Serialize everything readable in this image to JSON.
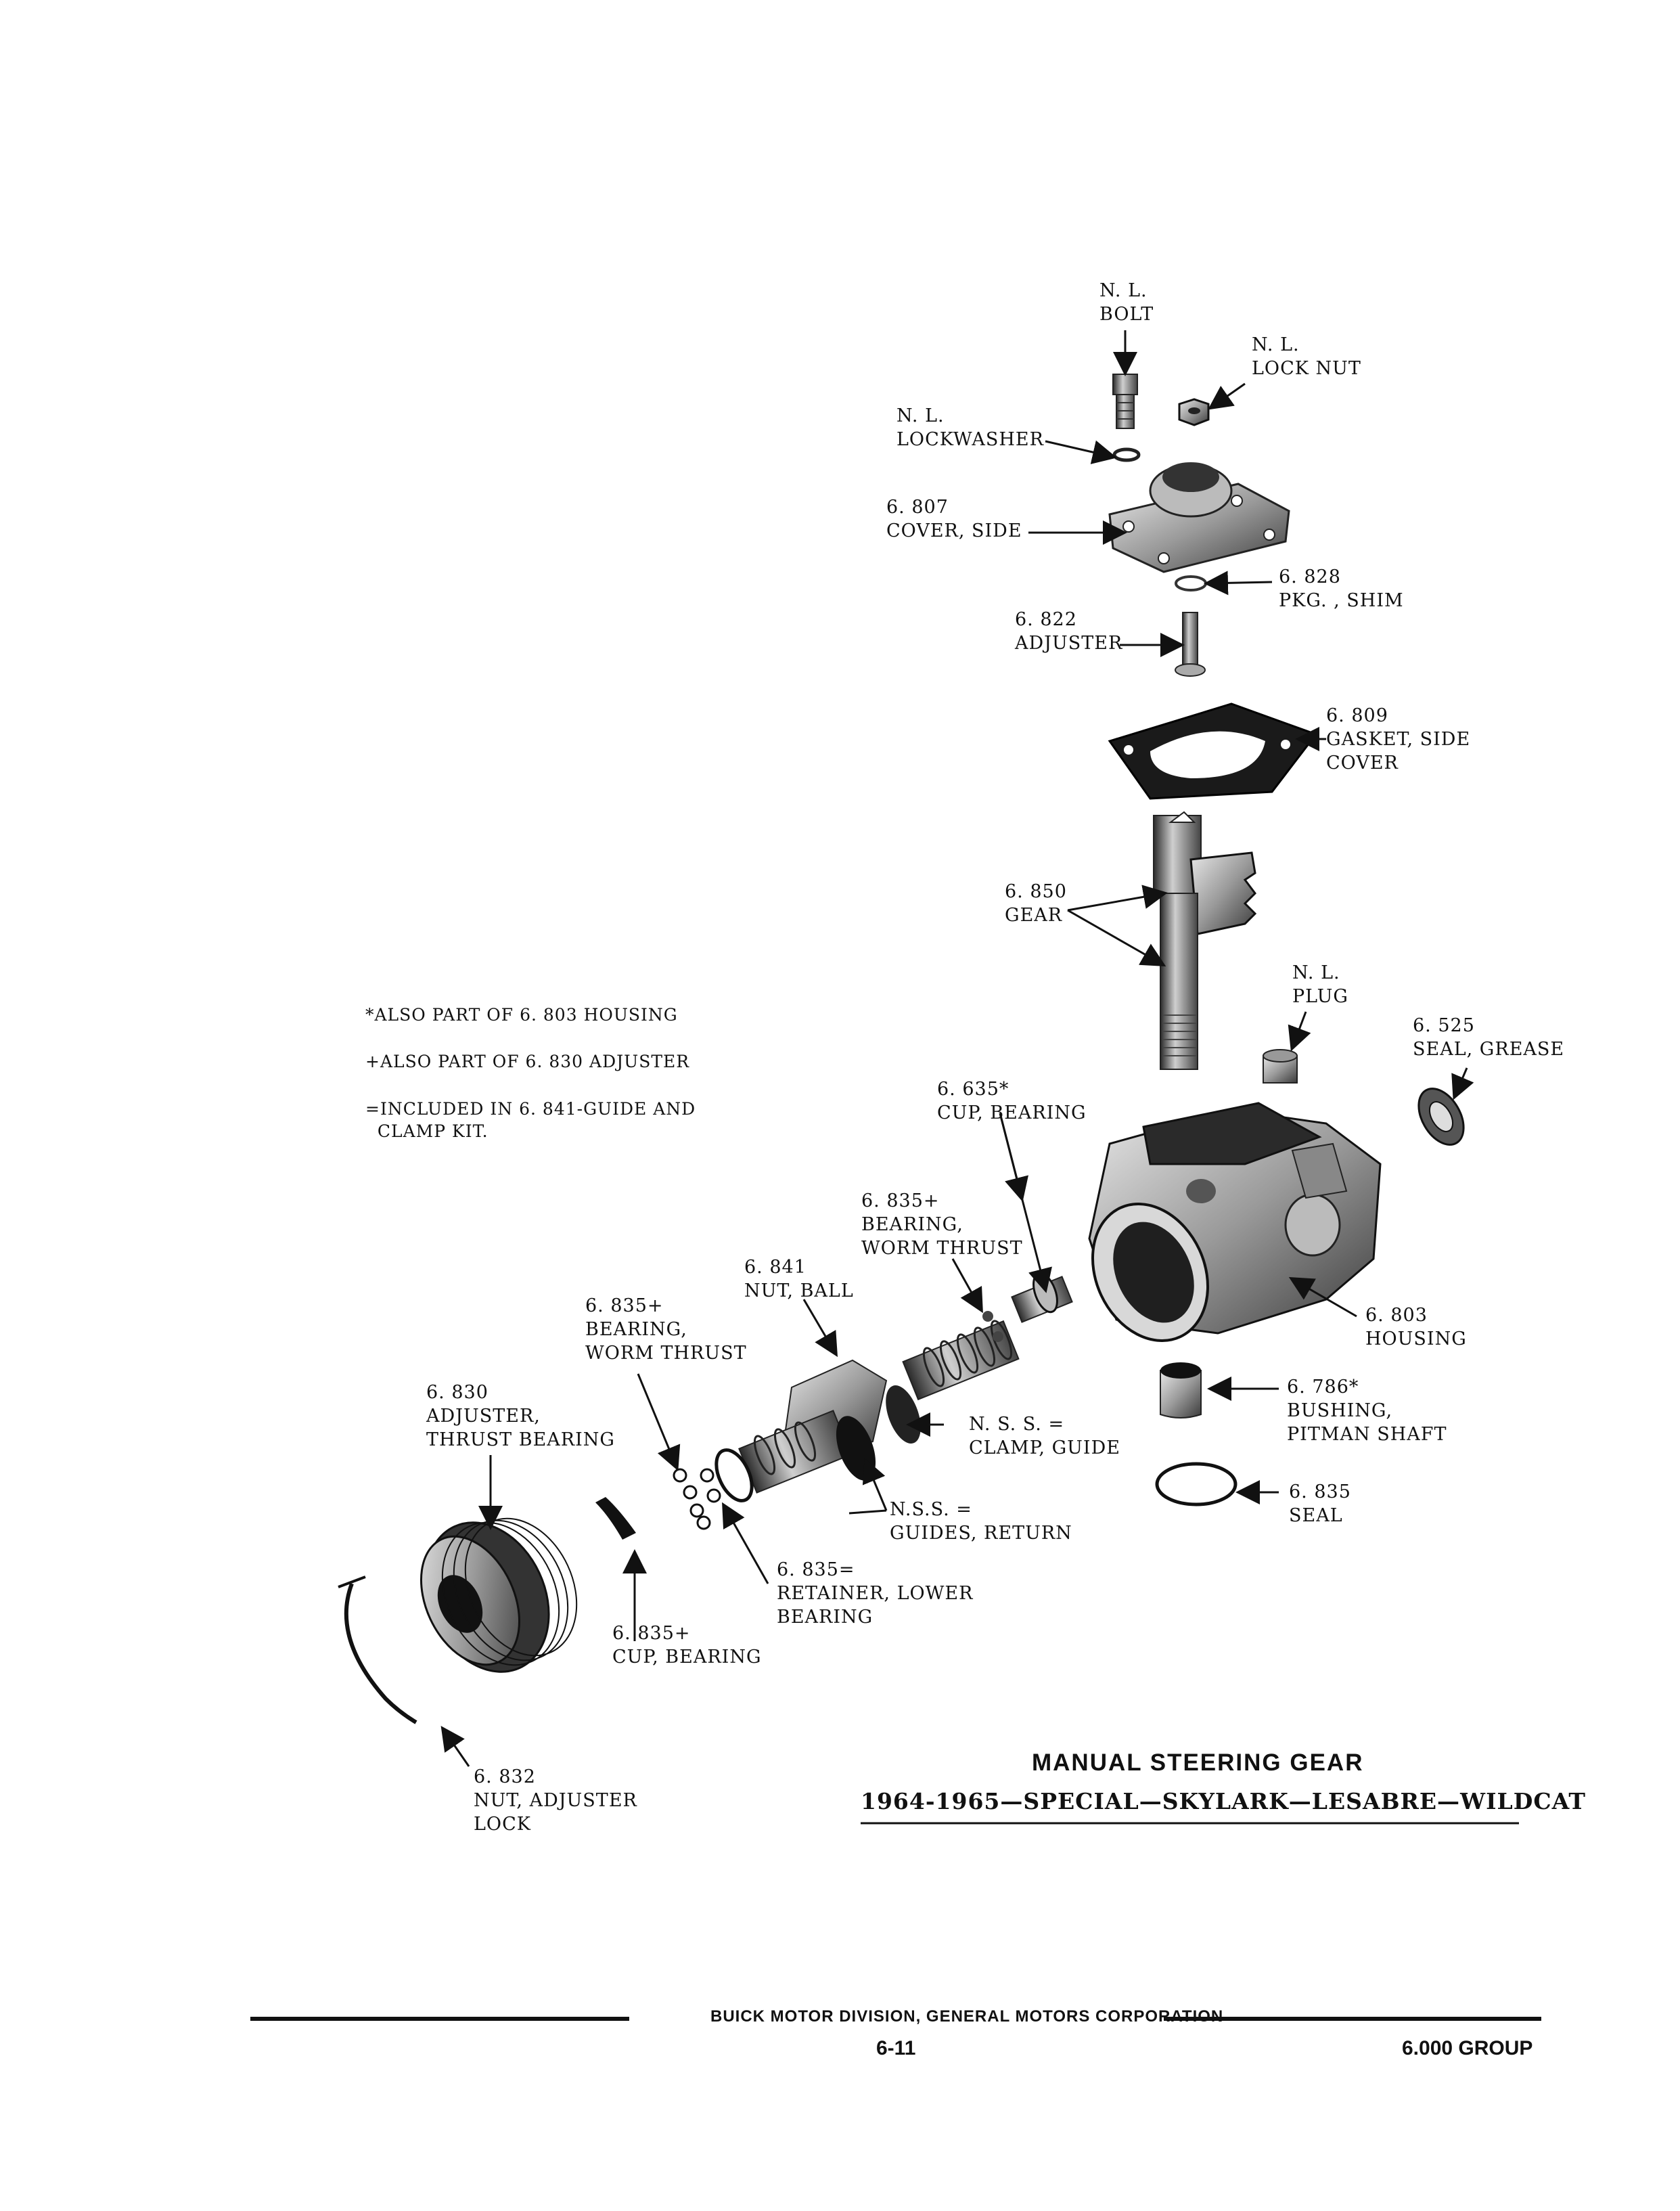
{
  "labels": {
    "bolt": "N. L.\nBOLT",
    "lock_nut": "N. L.\nLOCK NUT",
    "lockwasher": "N. L.\nLOCKWASHER",
    "cover_side": "6. 807\nCOVER, SIDE",
    "shim": "6. 828\nPKG. , SHIM",
    "adjuster": "6. 822\nADJUSTER",
    "gasket": "6. 809\nGASKET, SIDE\nCOVER",
    "gear": "6. 850\nGEAR",
    "plug": "N. L.\nPLUG",
    "seal_grease": "6. 525\nSEAL, GREASE",
    "cup_bearing_top": "6. 635*\nCUP, BEARING",
    "bearing_worm_thrust_upper": "6. 835+\nBEARING,\nWORM THRUST",
    "nut_ball": "6. 841\nNUT, BALL",
    "housing": "6. 803\nHOUSING",
    "bearing_worm_thrust_lower": "6. 835+\nBEARING,\nWORM THRUST",
    "clamp_guide": "N. S. S. =\nCLAMP, GUIDE",
    "bushing": "6. 786*\nBUSHING,\nPITMAN SHAFT",
    "adjuster_thrust": "6. 830\nADJUSTER,\nTHRUST BEARING",
    "guides_return": "N.S.S. =\nGUIDES, RETURN",
    "seal": "6. 835\nSEAL",
    "retainer": "6. 835=\nRETAINER, LOWER\nBEARING",
    "cup_bearing_bottom": "6. 835+\nCUP, BEARING",
    "nut_adjuster_lock": "6. 832\nNUT, ADJUSTER\nLOCK"
  },
  "notes": [
    "*ALSO PART OF 6. 803 HOUSING",
    "+ALSO PART OF 6. 830 ADJUSTER",
    "=INCLUDED IN 6. 841-GUIDE AND\n  CLAMP KIT."
  ],
  "title": "MANUAL STEERING GEAR",
  "subtitle": "1964-1965—SPECIAL—SKYLARK—LESABRE—WILDCAT",
  "footer": {
    "division": "BUICK MOTOR DIVISION, GENERAL MOTORS CORPORATION",
    "page": "6-11",
    "group": "6.000 GROUP"
  }
}
